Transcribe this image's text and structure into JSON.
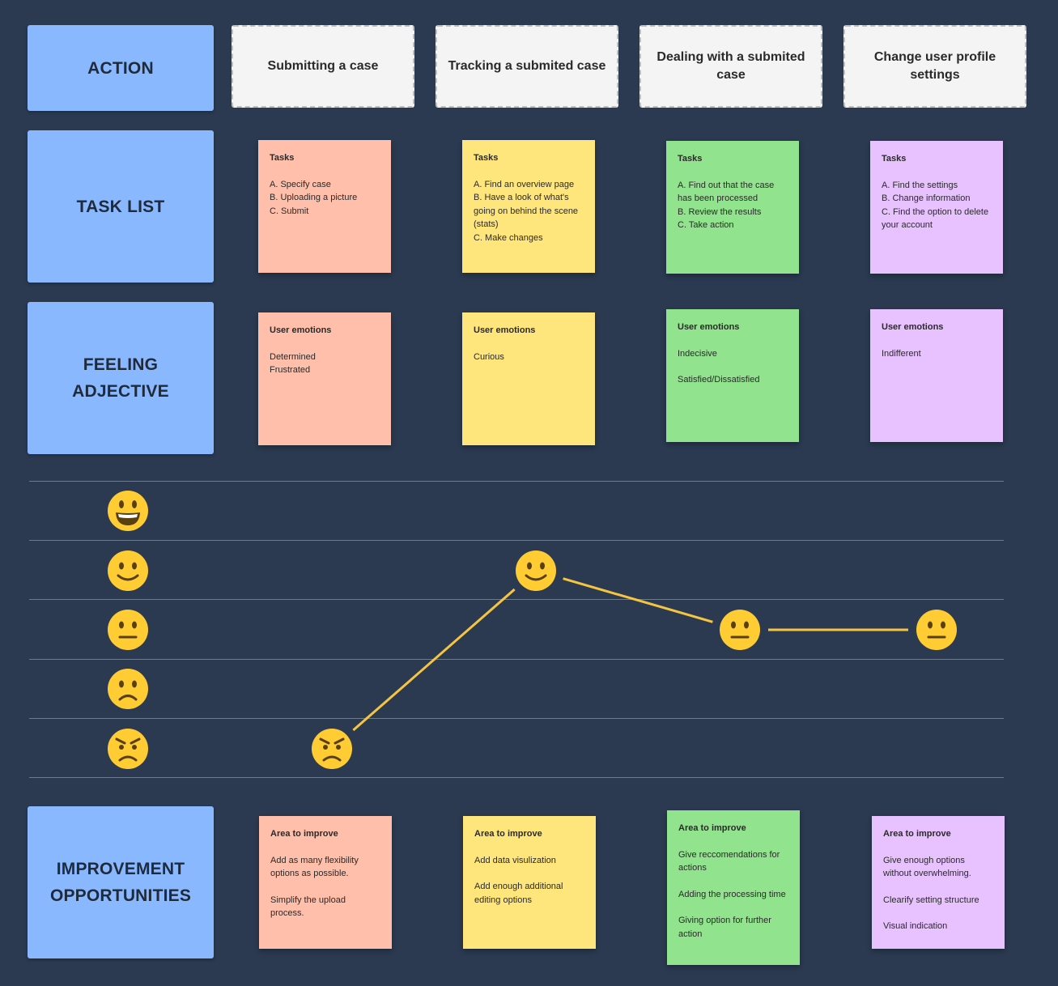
{
  "rows": {
    "action": "ACTION",
    "task_list": "TASK LIST",
    "feeling_1": "FEELING",
    "feeling_2": "ADJECTIVE",
    "improve_1": "IMPROVEMENT",
    "improve_2": "OPPORTUNITIES"
  },
  "actions": [
    {
      "label": "Submitting a case"
    },
    {
      "label": "Tracking a submited case"
    },
    {
      "label": "Dealing with a submited case"
    },
    {
      "label": "Change user profile settings"
    }
  ],
  "tasks": [
    {
      "title": "Tasks",
      "lines": [
        "A. Specify case",
        "B. Uploading a picture",
        "C. Submit"
      ]
    },
    {
      "title": "Tasks",
      "lines": [
        "A. Find an overview page",
        "B. Have a look of what's going on behind the scene (stats)",
        "C. Make changes"
      ]
    },
    {
      "title": "Tasks",
      "lines": [
        "A. Find out that the case has been processed",
        "B. Review the results",
        "C. Take action"
      ]
    },
    {
      "title": "Tasks",
      "lines": [
        "A. Find the settings",
        "B. Change information",
        "C. Find the option to delete your account"
      ]
    }
  ],
  "emotions": [
    {
      "title": "User emotions",
      "lines": [
        "Determined",
        "Frustrated"
      ]
    },
    {
      "title": "User emotions",
      "lines": [
        "Curious"
      ]
    },
    {
      "title": "User emotions",
      "lines": [
        "Indecisive",
        "",
        "Satisfied/Dissatisfied"
      ]
    },
    {
      "title": "User emotions",
      "lines": [
        "Indifferent"
      ]
    }
  ],
  "improvements": [
    {
      "title": "Area to improve",
      "items": [
        "Add as many flexibility options as possible.",
        "Simplify the upload process."
      ]
    },
    {
      "title": "Area to improve",
      "items": [
        "Add data visulization",
        "Add enough additional editing options"
      ]
    },
    {
      "title": "Area to improve",
      "items": [
        "Give reccomendations for actions",
        "Adding the processing time",
        "Giving option for further action"
      ]
    },
    {
      "title": "Area to improve",
      "items": [
        "Give enough options without overwhelming.",
        "Clearify setting structure",
        "Visual indication"
      ]
    }
  ],
  "journey": {
    "scale": [
      "very-happy",
      "happy",
      "neutral",
      "sad",
      "angry"
    ],
    "levels": [
      "angry",
      "happy",
      "neutral",
      "neutral"
    ]
  },
  "colors": {
    "background": "#2b3a51",
    "row_header": "#8ab8ff",
    "col_header": "#f4f4f4",
    "red": "#ffbfab",
    "yellow": "#ffe67c",
    "green": "#92e38e",
    "purple": "#e8c2ff",
    "line": "#f5c542"
  }
}
